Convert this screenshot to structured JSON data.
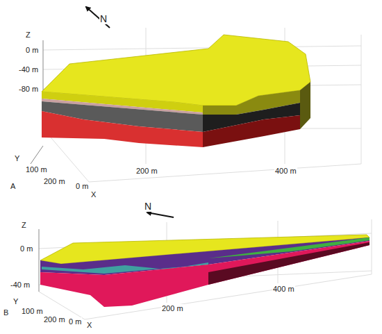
{
  "diagram": {
    "labels": [
      "N",
      "Z",
      "0 m",
      "-40 m",
      "-80 m",
      "Y",
      "100 m",
      "200 m",
      "0 m",
      "X",
      "A",
      "200 m",
      "400 m",
      "N",
      "Z",
      "0 m",
      "-40 m",
      "Y",
      "100 m",
      "200 m",
      "0 m",
      "X",
      "B",
      "200 m",
      "400 m"
    ]
  }
}
